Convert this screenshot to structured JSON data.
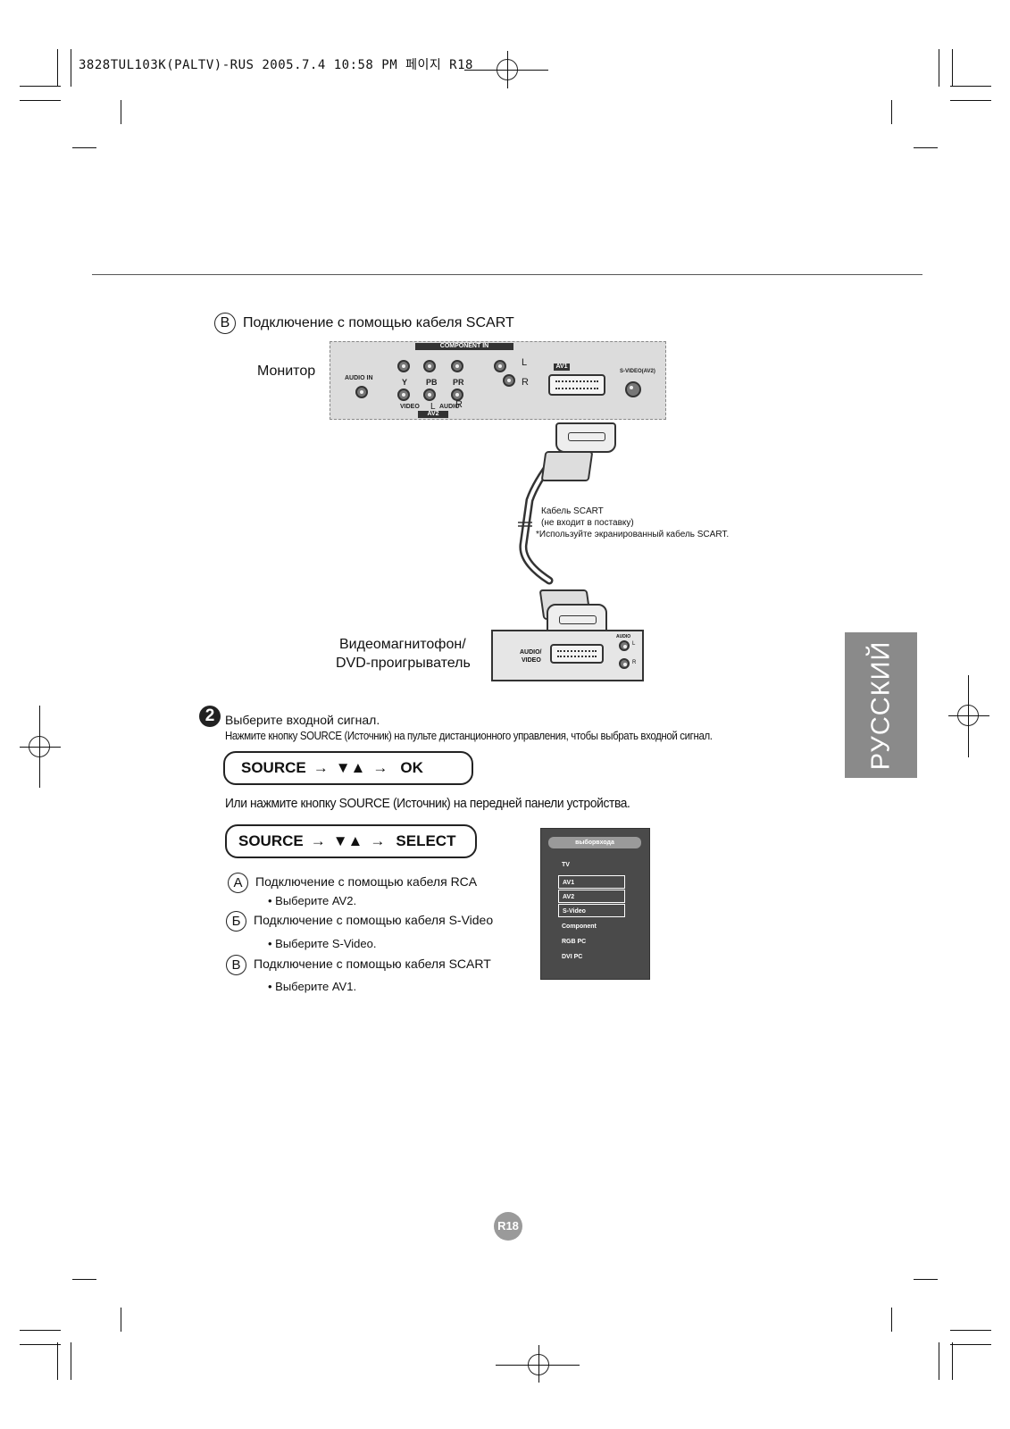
{
  "header": "3828TUL103K(PALTV)-RUS  2005.7.4  10:58 PM 페이지 R18",
  "section_b": {
    "letter": "B",
    "title": "Подключение с помощью кабеля SCART",
    "monitor_label": "Монитор",
    "panel": {
      "component_in": "COMPONENT IN",
      "audio_in": "AUDIO IN",
      "y": "Y",
      "pb": "PB",
      "pr": "PR",
      "l": "L",
      "r": "R",
      "video": "VIDEO",
      "audio": "AUDIO",
      "av2": "AV2",
      "av1": "AV1",
      "s_video": "S-VIDEO(AV2)"
    },
    "cable_note": [
      "Кабель SCART",
      "(не входит в поставку)",
      "*Используйте экранированный кабель SCART."
    ],
    "vcr_label_1": "Видеомагнитофон/",
    "vcr_label_2": "DVD-проигрыватель",
    "vcr_panel": {
      "audio_video": "AUDIO/",
      "video": "VIDEO",
      "audio": "AUDIO",
      "l": "L",
      "r": "R"
    }
  },
  "step2": {
    "number": "2",
    "title": "Выберите входной сигнал.",
    "description": "Нажмите кнопку SOURCE (Источник) на пульте дистанционного управления, чтобы выбрать входной сигнал.",
    "remote_seq": {
      "source": "SOURCE",
      "arrow": "→",
      "updown": "▼▲",
      "ok": "OK"
    },
    "alt_text": "Или нажмите кнопку SOURCE (Источник) на передней панели устройства.",
    "front_seq": {
      "source": "SOURCE",
      "arrow": "→",
      "updown": "▼▲",
      "select": "SELECT"
    },
    "options": [
      {
        "letter": "A",
        "title": "Подключение с помощью кабеля RCA",
        "sub": "• Выберите AV2."
      },
      {
        "letter": "Б",
        "title": "Подключение с помощью кабеля S-Video",
        "sub": "• Выберите S-Video."
      },
      {
        "letter": "B",
        "title": "Подключение с помощью кабеля SCART",
        "sub": "• Выберите AV1."
      }
    ]
  },
  "osd_menu": {
    "title": "выборвхода",
    "items": [
      "TV",
      "AV1",
      "AV2",
      "S-Video",
      "Component",
      "RGB PC",
      "DVI PC"
    ]
  },
  "language_tab": "РУССКИЙ",
  "page_number": "R18"
}
